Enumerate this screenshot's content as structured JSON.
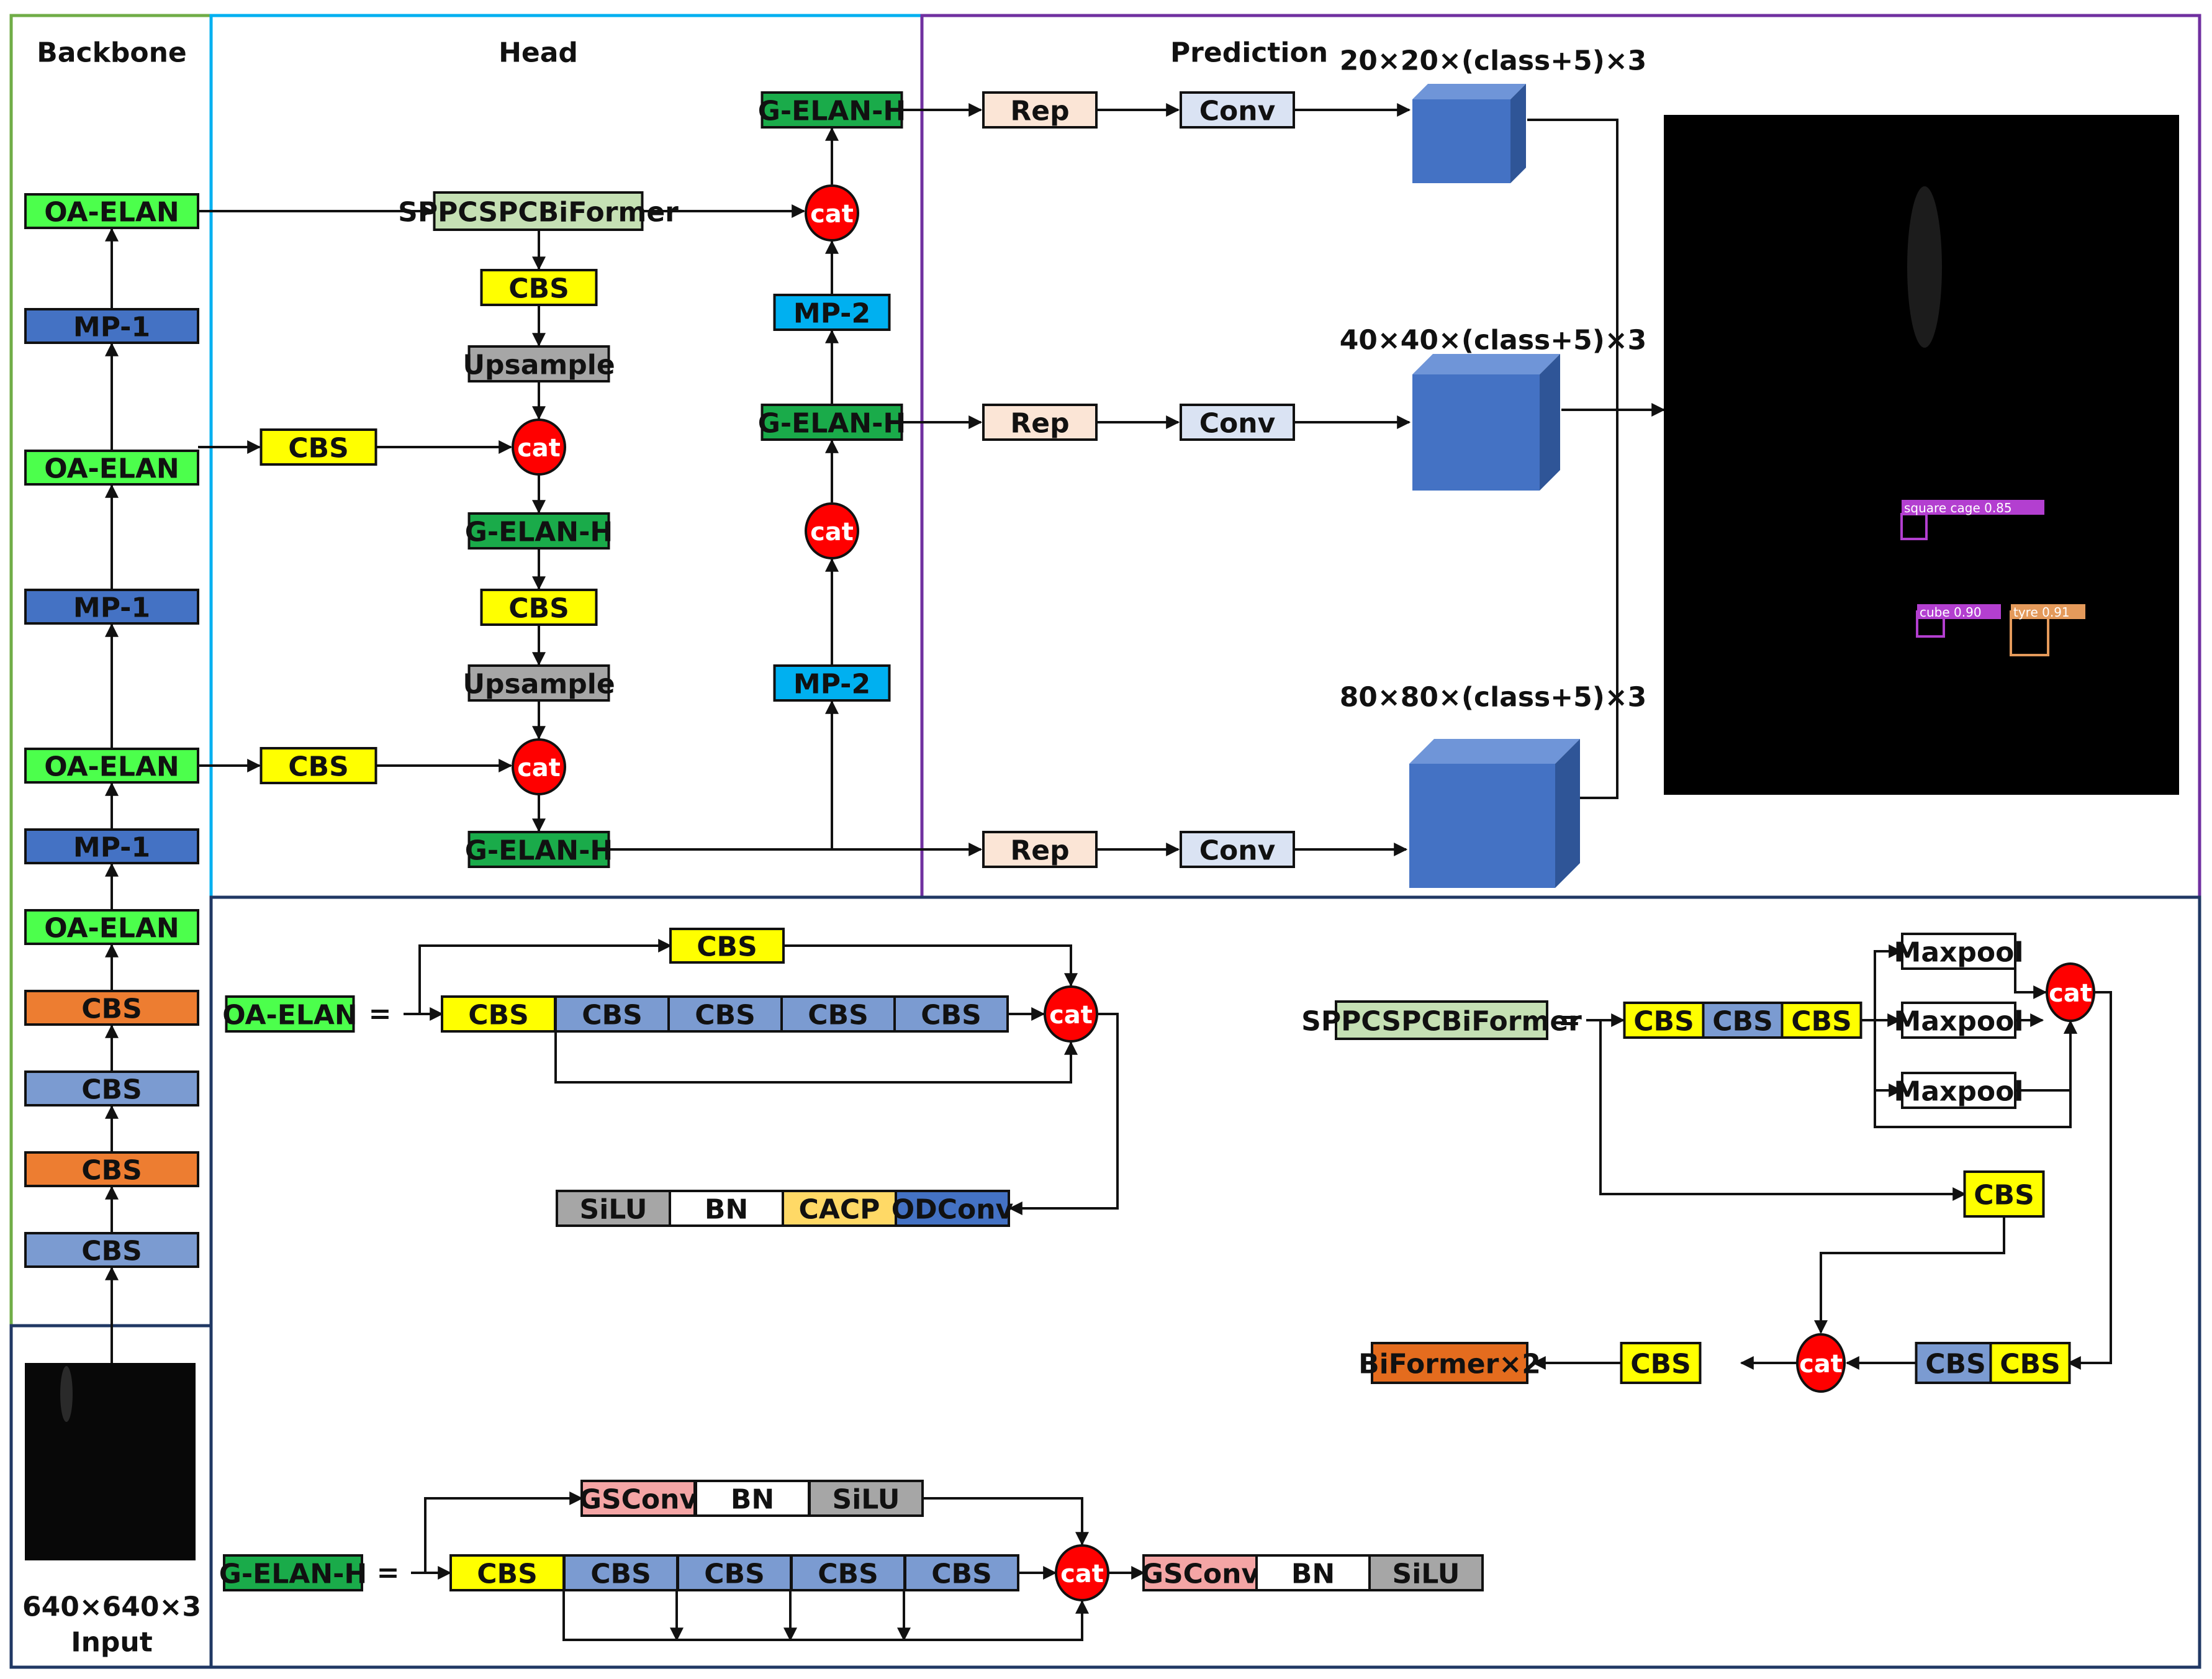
{
  "titles": {
    "backbone": "Backbone",
    "head": "Head",
    "prediction": "Prediction"
  },
  "input": {
    "size": "640×640×3",
    "label": "Input"
  },
  "backbone": [
    "CBS",
    "CBS",
    "CBS",
    "CBS",
    "OA-ELAN",
    "MP-1",
    "OA-ELAN",
    "MP-1",
    "OA-ELAN",
    "MP-1",
    "OA-ELAN"
  ],
  "head": {
    "sppcspc": "SPPCSPCBiFormer",
    "cbs": "CBS",
    "upsample": "Upsample",
    "cat": "cat",
    "gelanh": "G-ELAN-H",
    "mp2": "MP-2"
  },
  "prediction": {
    "rep": "Rep",
    "conv": "Conv",
    "scales": [
      "20×20×(class+5)×3",
      "40×40×(class+5)×3",
      "80×80×(class+5)×3"
    ]
  },
  "detections": [
    {
      "label": "square cage 0.85",
      "color": "#b33fd0"
    },
    {
      "label": "cube 0.90",
      "color": "#b33fd0"
    },
    {
      "label": "tyre 0.91",
      "color": "#e49a5b"
    }
  ],
  "oa_elan": {
    "name": "OA-ELAN",
    "eq": "=",
    "top": "CBS",
    "chain": [
      "CBS",
      "CBS",
      "CBS",
      "CBS",
      "CBS"
    ],
    "cat": "cat",
    "conv": [
      "SiLU",
      "BN",
      "CACP",
      "ODConv"
    ]
  },
  "spp": {
    "name": "SPPCSPCBiFormer",
    "eq": "=",
    "chain": [
      "CBS",
      "CBS",
      "CBS"
    ],
    "pool": [
      "Maxpool",
      "Maxpool",
      "Maxpool"
    ],
    "cat": "cat",
    "branch": "CBS",
    "bottom": [
      "CBS",
      "CBS"
    ],
    "out_cbs": "CBS",
    "out": "BiFormer×2"
  },
  "g_elan": {
    "name": "G-ELAN-H",
    "eq": "=",
    "top": [
      "GSConv",
      "BN",
      "SiLU"
    ],
    "chain": [
      "CBS",
      "CBS",
      "CBS",
      "CBS",
      "CBS"
    ],
    "cat": "cat",
    "out": [
      "GSConv",
      "BN",
      "SiLU"
    ]
  },
  "colors": {
    "lime": "#4cff4c",
    "darkblue": "#4472c4",
    "steel": "#7b9bd1",
    "orange": "#ed7d31",
    "yellow": "#ffff00",
    "gray": "#a6a6a6",
    "darkgreen": "#1aab4a",
    "cyan": "#00b0f0",
    "peach": "#fbe5d6",
    "lightslate": "#dae3f3",
    "lightgreen": "#c5e0b4",
    "cube": "#4472c4",
    "red": "#ff0000",
    "salmon": "#f4a5a5",
    "white": "#ffffff",
    "gold": "#ffd966",
    "sienna": "#e46c1e",
    "sectionGreen": "#70ad47",
    "sectionBlue": "#00b0f0",
    "sectionPurple": "#7030a0",
    "sectionNavy": "#203864"
  }
}
